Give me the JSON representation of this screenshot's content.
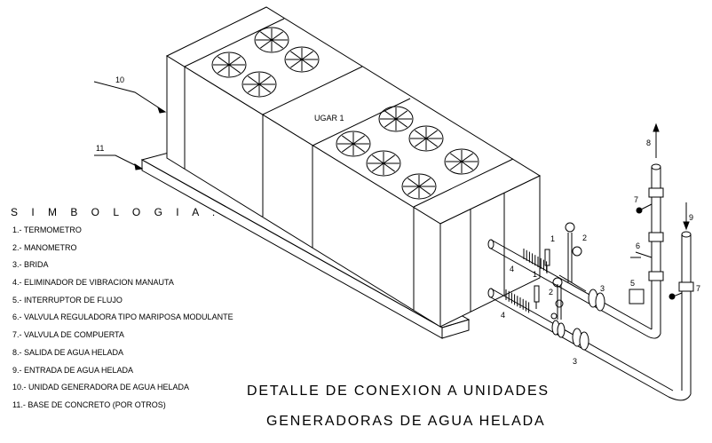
{
  "unit_label": "UGAR 1",
  "legend": {
    "title": "S I M B O L O G I A :",
    "items": [
      "1.- TERMOMETRO",
      "2.- MANOMETRO",
      "3.- BRIDA",
      "4.- ELIMINADOR DE VIBRACION MANAUTA",
      "5.- INTERRUPTOR DE FLUJO",
      "6.- VALVULA REGULADORA TIPO MARIPOSA MODULANTE",
      "7.- VALVULA DE COMPUERTA",
      "8.- SALIDA DE AGUA HELADA",
      "9.- ENTRADA DE AGUA HELADA",
      "10.- UNIDAD GENERADORA DE AGUA HELADA",
      "11.- BASE DE CONCRETO (POR OTROS)"
    ]
  },
  "callouts": {
    "c1": "1",
    "c2": "2",
    "c3": "3",
    "c4": "4",
    "c5": "5",
    "c6": "6",
    "c7": "7",
    "c8": "8",
    "c9": "9",
    "c10": "10",
    "c11": "11"
  },
  "title": {
    "line1": "DETALLE DE CONEXION A UNIDADES",
    "line2": "GENERADORAS DE AGUA HELADA"
  }
}
